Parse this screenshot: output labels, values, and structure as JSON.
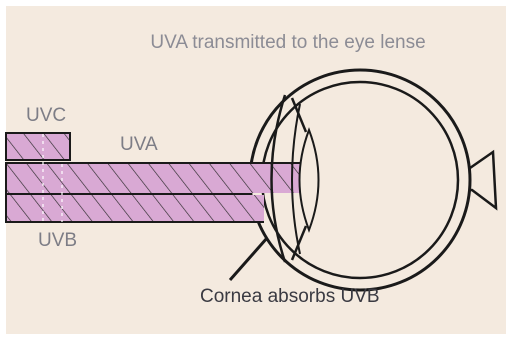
{
  "diagram": {
    "title": "UVA transmitted to the eye lense",
    "labels": {
      "uvc": "UVC",
      "uva": "UVA",
      "uvb": "UVB",
      "cornea_note": "Cornea absorbs UVB"
    },
    "colors": {
      "background": "#f4eadf",
      "band_fill": "#d9a9d4",
      "outline": "#1a1a1a",
      "title_text": "#8c8c95",
      "label_text": "#7d7d86",
      "cornea_text": "#3a3a42"
    }
  }
}
